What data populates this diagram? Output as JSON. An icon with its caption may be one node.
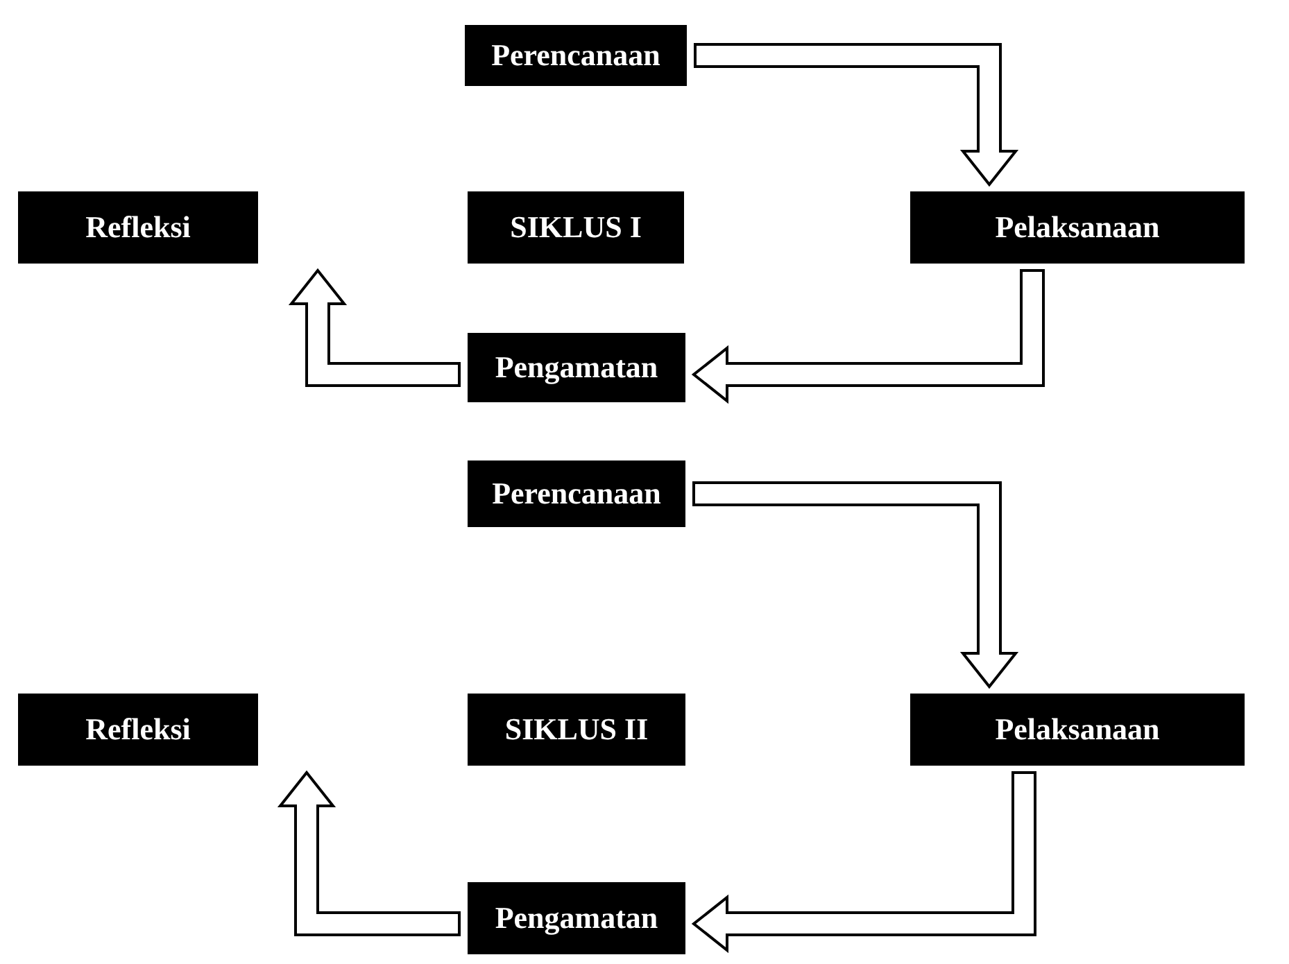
{
  "diagram": {
    "nodes": [
      {
        "text": [
          "Perencanaan"
        ]
      },
      {
        "text": [
          "Refleksi"
        ]
      },
      {
        "text": [
          "SIKLUS I"
        ]
      },
      {
        "text": [
          "Pelaksanaan"
        ]
      },
      {
        "text": [
          "Pengamatan"
        ]
      },
      {
        "text": [
          "Perencanaan"
        ]
      },
      {
        "text": [
          "Refleksi"
        ]
      },
      {
        "text": [
          "SIKLUS II"
        ]
      },
      {
        "text": [
          "Pelaksanaan"
        ]
      },
      {
        "text": [
          "Pengamatan"
        ]
      }
    ],
    "edges": [
      {
        "from": 0,
        "to": 3,
        "arrow": "to"
      },
      {
        "from": 3,
        "to": 4,
        "arrow": "to"
      },
      {
        "from": 4,
        "to": 1,
        "arrow": "to"
      },
      {
        "from": 5,
        "to": 8,
        "arrow": "to"
      },
      {
        "from": 8,
        "to": 9,
        "arrow": "to"
      },
      {
        "from": 9,
        "to": 6,
        "arrow": "to"
      }
    ]
  }
}
